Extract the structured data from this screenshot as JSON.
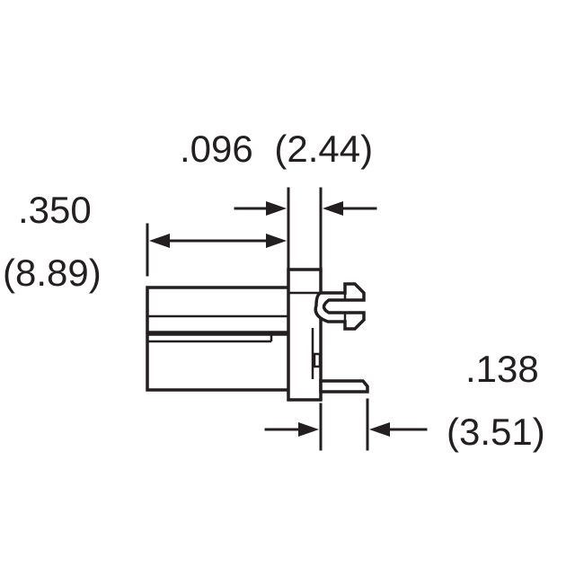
{
  "dimensions": {
    "pitch": {
      "inch": ".096",
      "mm": "(2.44)"
    },
    "length": {
      "inch": ".350",
      "mm": "(8.89)"
    },
    "tail": {
      "inch": ".138",
      "mm": "(3.51)"
    }
  },
  "colors": {
    "line": "#231f20",
    "background": "#ffffff"
  }
}
